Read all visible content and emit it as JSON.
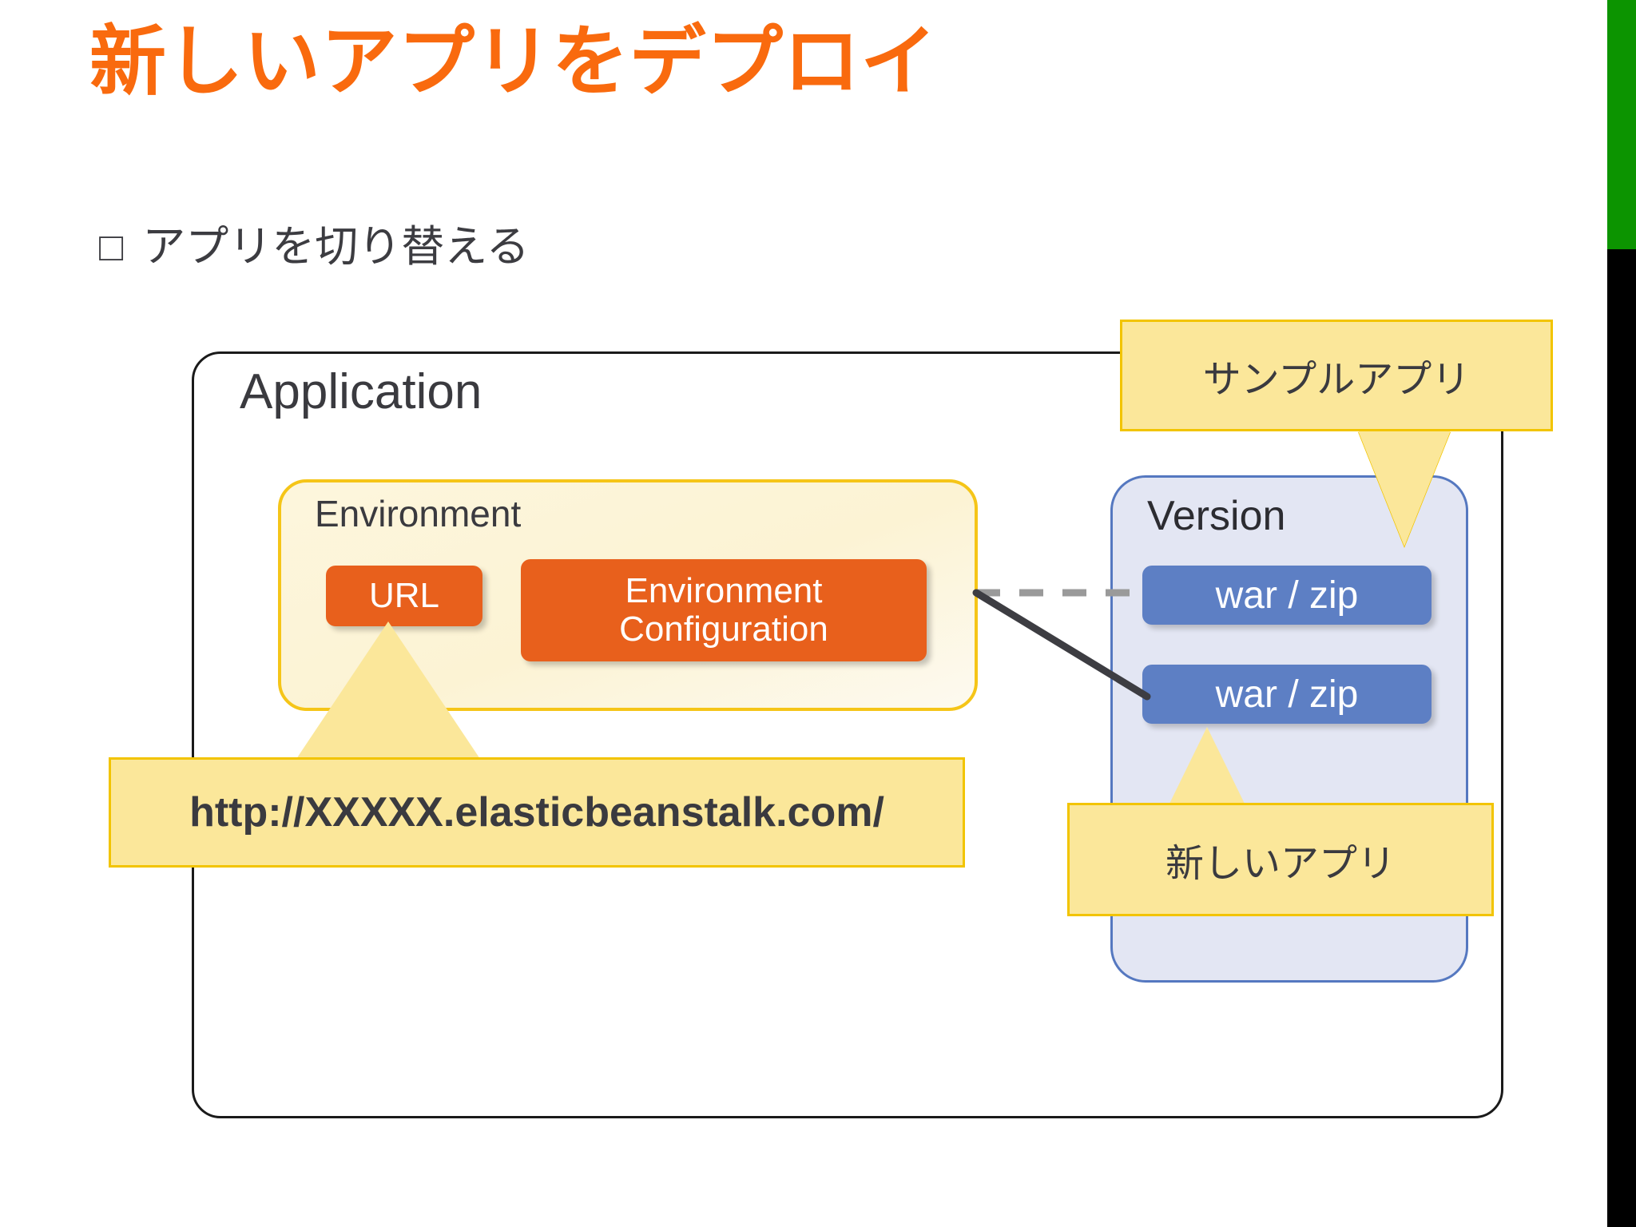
{
  "slide": {
    "title": "新しいアプリをデプロイ",
    "title_color": "#f96a0e",
    "bullet": {
      "glyph": "□",
      "text": "アプリを切り替える"
    }
  },
  "diagram": {
    "application": {
      "label": "Application",
      "border_color": "#1a1a1a"
    },
    "environment": {
      "label": "Environment",
      "border_color": "#f5c518",
      "background_color": "#fdf6dd",
      "chips": [
        {
          "label": "URL",
          "color": "#e8601c"
        },
        {
          "label": "Environment\nConfiguration",
          "color": "#e8601c"
        }
      ]
    },
    "version": {
      "label": "Version",
      "border_color": "#5578c0",
      "background_color": "#e3e6f3",
      "chips": [
        {
          "label": "war / zip",
          "color": "#5d7fc4"
        },
        {
          "label": "war / zip",
          "color": "#5d7fc4"
        }
      ]
    },
    "connectors": [
      {
        "name": "env-to-version-1",
        "style": "dashed",
        "color": "#9a9a9a"
      },
      {
        "name": "env-to-version-2",
        "style": "solid",
        "color": "#3d3d42"
      }
    ]
  },
  "callouts": {
    "sample_app": {
      "text": "サンプルアプリ",
      "fill": "#fbe79a",
      "border": "#f2c400"
    },
    "new_app": {
      "text": "新しいアプリ",
      "fill": "#fbe79a",
      "border": "#f2c400"
    },
    "url": {
      "text": "http://XXXXX.elasticbeanstalk.com/",
      "fill": "#fbe79a",
      "border": "#f2c400"
    }
  },
  "decoration": {
    "right_bar_top_color": "#0c9400",
    "right_bar_bottom_color": "#000000"
  }
}
